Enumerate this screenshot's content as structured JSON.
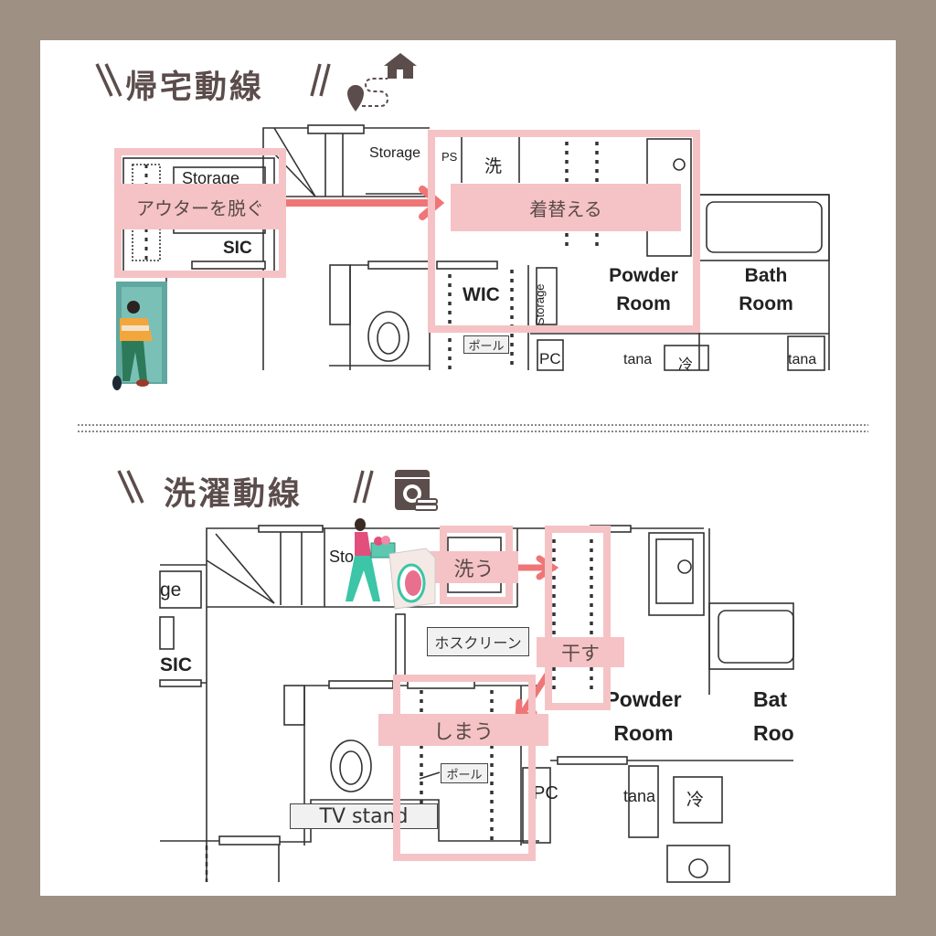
{
  "section1": {
    "title": "帰宅動線",
    "icon": "home-route-icon",
    "labels": {
      "storage_top": "Storage",
      "storage_sic": "Storage",
      "ps": "PS",
      "wash": "洗",
      "sic": "SIC",
      "wic": "WIC",
      "storage_vertical": "Storage",
      "powder": [
        "Powder",
        "Room"
      ],
      "bath": [
        "Bath",
        "Room"
      ],
      "pole": "ポール",
      "pc": "PC",
      "tana1": "tana",
      "fridge": "冷",
      "tana2": "tana"
    },
    "steps": [
      "アウターを脱ぐ",
      "着替える"
    ]
  },
  "section2": {
    "title": "洗濯動線",
    "icon": "washing-machine-icon",
    "labels": {
      "storage_partial": "ge",
      "sic": "SIC",
      "storage_top": "Sto",
      "hoscreen": "ホスクリーン",
      "powder": [
        "Powder",
        "Room"
      ],
      "bath": [
        "Bat",
        "Roo"
      ],
      "pole": "ポール",
      "pc": "PC",
      "tana": "tana",
      "fridge": "冷",
      "tv": "TV stand"
    },
    "steps": [
      "洗う",
      "干す",
      "しまう"
    ]
  },
  "colors": {
    "frame": "#9f9084",
    "highlight": "#f5c3c5",
    "arrow": "#ef7677",
    "title": "#5b4d4b"
  }
}
